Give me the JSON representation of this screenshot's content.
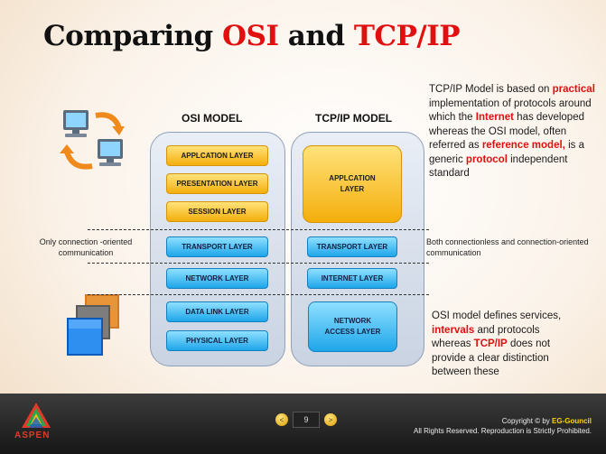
{
  "title": {
    "part1": "Comparing",
    "osi": "OSI",
    "and": "and",
    "tcpip": "TCP/IP"
  },
  "osi": {
    "heading": "OSI MODEL",
    "layers": [
      "APPLCATION  LAYER",
      "PRESENTATION LAYER",
      "SESSION LAYER",
      "TRANSPORT LAYER",
      "NETWORK LAYER",
      "DATA LINK LAYER",
      "PHYSICAL LAYER"
    ]
  },
  "tcp": {
    "heading": "TCP/IP MODEL",
    "application": "APPLCATION LAYER",
    "transport": "TRANSPORT LAYER",
    "internet": "INTERNET LAYER",
    "network_access": "NETWORK ACCESS LAYER"
  },
  "notes": {
    "left": "Only connection -oriented communication",
    "right": "Both connectionless and connection-oriented communication"
  },
  "desc_top": {
    "t1": "TCP/IP Model is based on",
    "h1": "practical",
    "t2": "implementation of protocols around which the",
    "h2": "Internet",
    "t3": "has developed whereas the OSI model, often referred as",
    "h3": "reference model,",
    "t4": "is a generic",
    "h4": "protocol",
    "t5": "independent standard"
  },
  "desc_bottom": {
    "t1": "OSI model defines services,",
    "h1": "intervals",
    "t2": "and protocols whereas",
    "h2": "TCP/IP",
    "t3": "does not provide a clear distinction between these"
  },
  "footer": {
    "logo": "ASPEN",
    "prev": "<",
    "page": "9",
    "next": ">",
    "copyright_prefix": "Copyright © by",
    "council": "EG-Gouncil",
    "rights": "All Rights Reserved. Reproduction is Strictly Prohibited."
  },
  "colors": {
    "accent_red": "#e01010",
    "orange_layer": "#f4ae0c",
    "blue_layer": "#1ea6ea"
  }
}
